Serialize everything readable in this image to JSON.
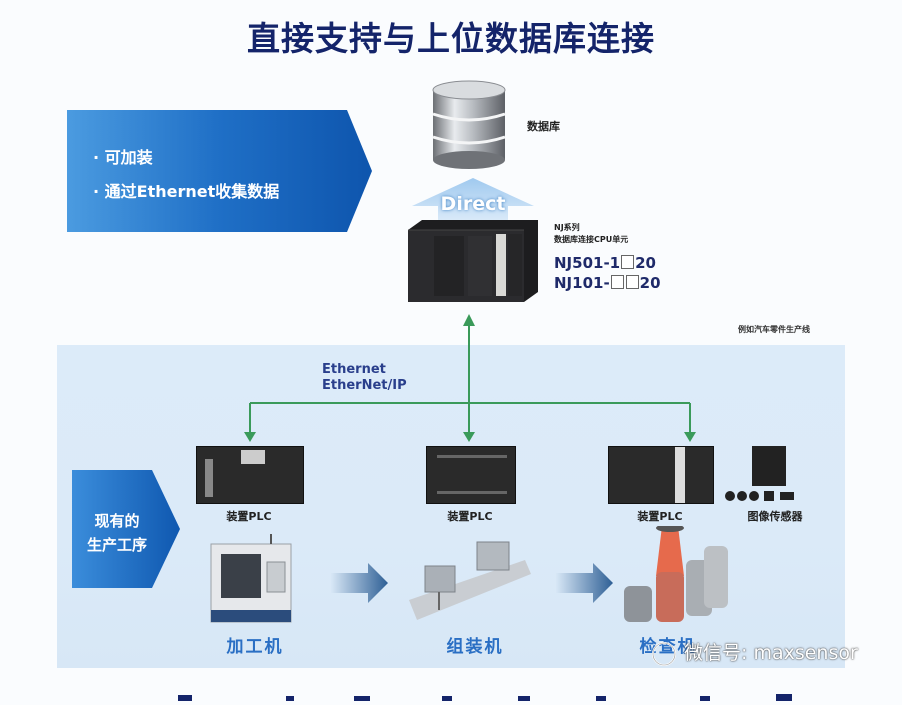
{
  "title": "直接支持与上位数据库连接",
  "top_callout": {
    "bullets": [
      "· 可加装",
      "· 通过Ethernet收集数据"
    ]
  },
  "database": {
    "icon": "database-icon",
    "label": "数据库"
  },
  "direct_arrow": {
    "icon": "up-arrow-icon",
    "label": "Direct"
  },
  "controller": {
    "series": "NJ系列",
    "description": "数据库连接CPU单元",
    "model_1_prefix": "NJ501-1",
    "model_1_suffix": "20",
    "model_2_prefix": "NJ101-",
    "model_2_suffix": "20"
  },
  "line_caption": "例如汽车零件生产线",
  "network": {
    "protocol_1": "Ethernet",
    "protocol_2": "EtherNet/IP",
    "line_color": "#3a9a5a"
  },
  "process_callout": {
    "line_1": "现有的",
    "line_2": "生产工序"
  },
  "stations": [
    {
      "plc_label": "装置PLC",
      "machine_label": "加工机",
      "machine_icon": "machining-center-icon"
    },
    {
      "plc_label": "装置PLC",
      "machine_label": "组装机",
      "machine_icon": "assembly-machine-icon"
    },
    {
      "plc_label": "装置PLC",
      "machine_label": "检查机",
      "machine_icon": "inspection-parts-icon",
      "sensor_label": "图像传感器"
    }
  ],
  "watermark": "微信号: maxsensor",
  "colors": {
    "title": "#14246a",
    "callout_blue": "#1f6fc6",
    "panel_bg": "#dbeaf8",
    "network_green": "#3a9a5a",
    "flow_arrow": "#2e5f95"
  }
}
